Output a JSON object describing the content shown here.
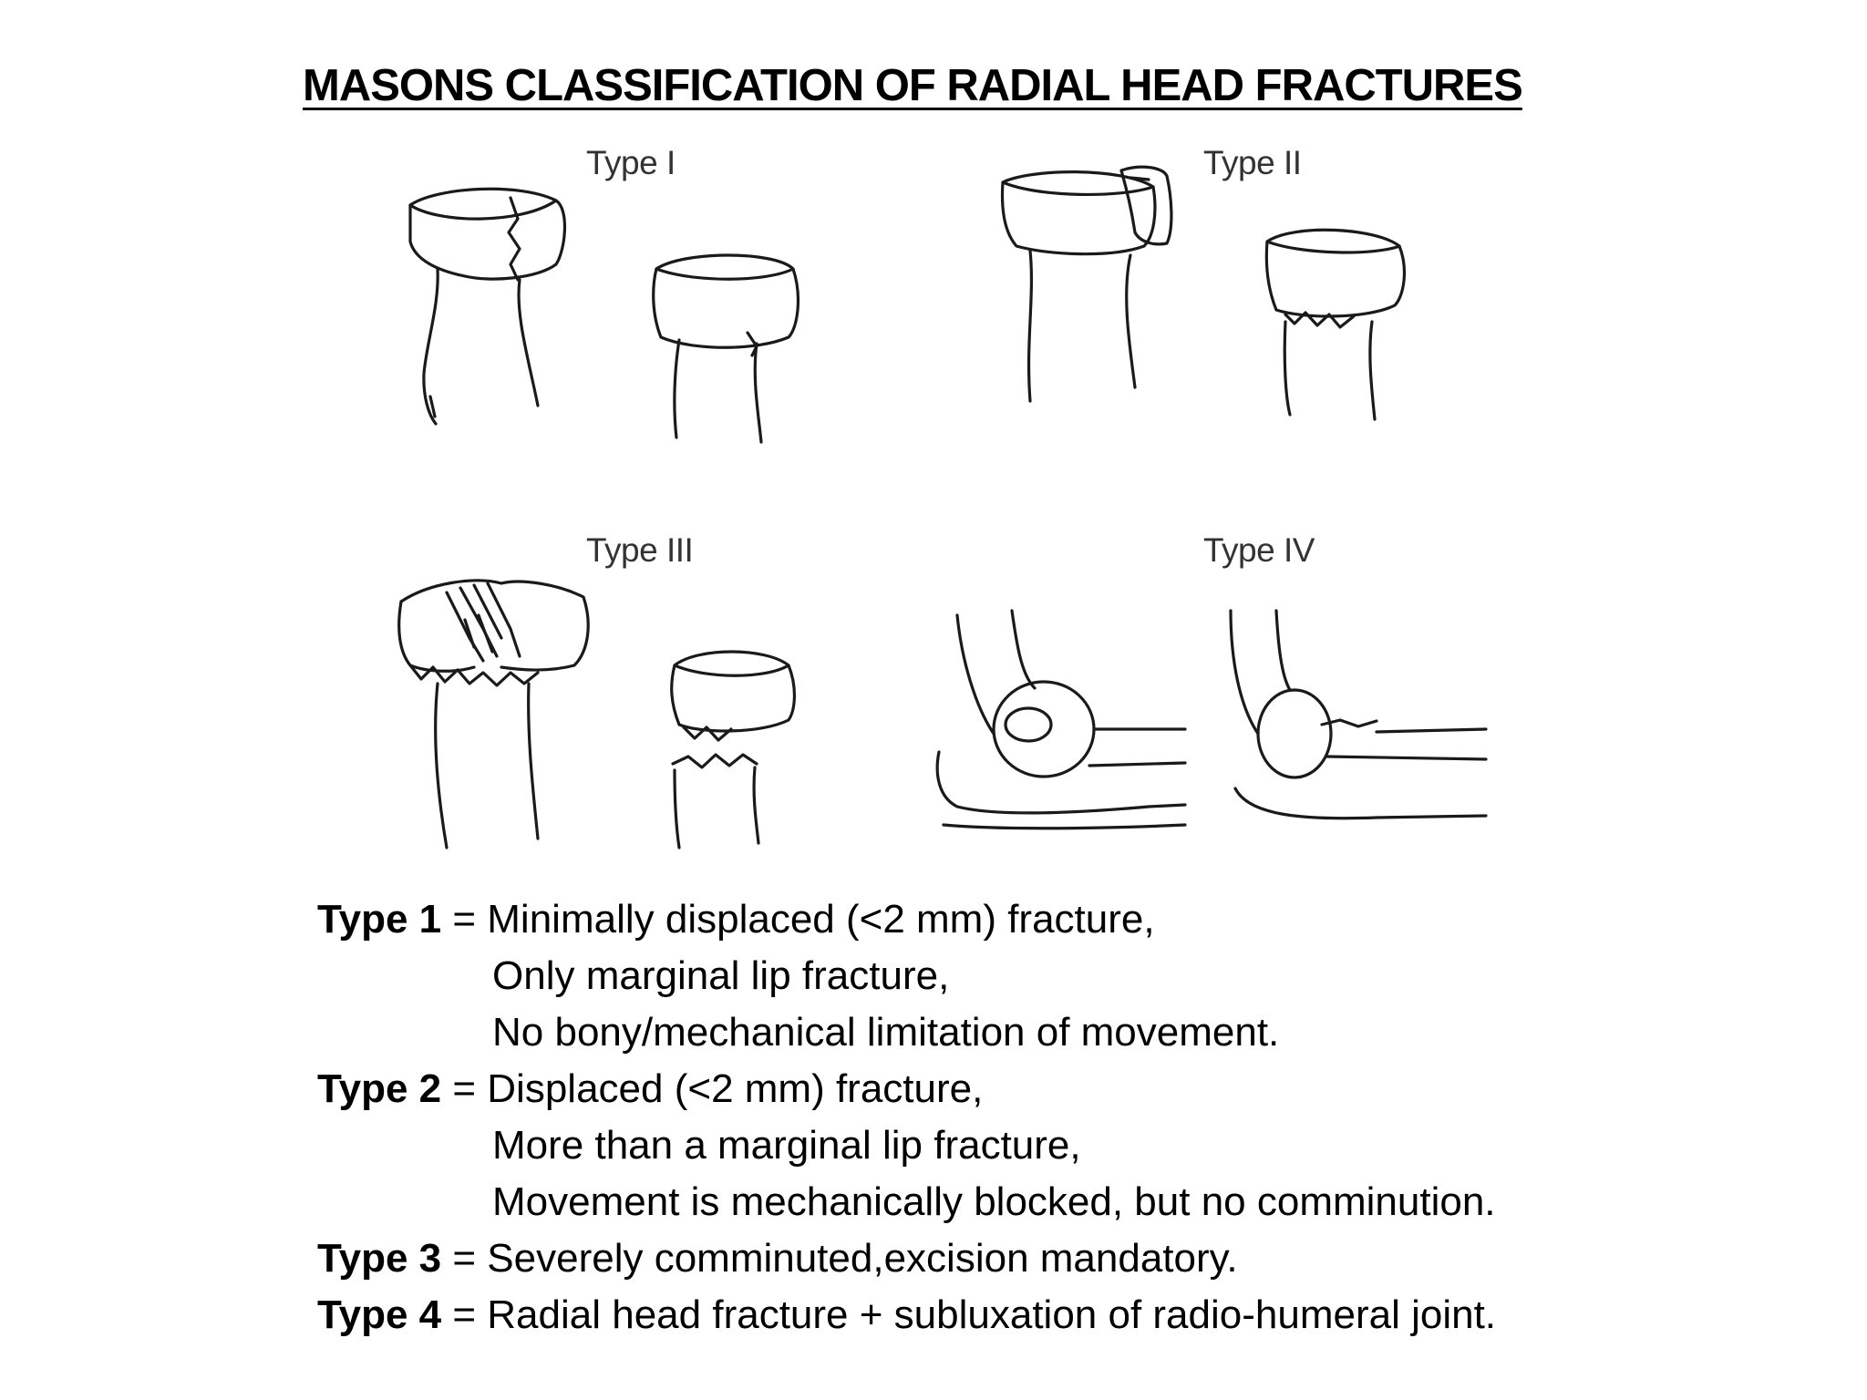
{
  "title": "MASONS CLASSIFICATION OF RADIAL HEAD FRACTURES",
  "panels": [
    {
      "label": "Type I"
    },
    {
      "label": "Type II"
    },
    {
      "label": "Type III"
    },
    {
      "label": "Type IV"
    }
  ],
  "legend": [
    {
      "type": "Type 1",
      "sep": " = ",
      "lines": [
        "Minimally displaced (<2 mm) fracture,",
        "Only marginal lip fracture,",
        "No bony/mechanical limitation of movement."
      ]
    },
    {
      "type": "Type 2",
      "sep": " = ",
      "lines": [
        "Displaced (<2 mm) fracture,",
        "More than a marginal lip fracture,",
        "Movement is mechanically blocked, but no comminution."
      ]
    },
    {
      "type": "Type 3",
      "sep": " = ",
      "lines": [
        "Severely comminuted,excision mandatory."
      ]
    },
    {
      "type": "Type 4",
      "sep": " = ",
      "lines": [
        "Radial head fracture + subluxation of radio-humeral joint."
      ]
    }
  ]
}
